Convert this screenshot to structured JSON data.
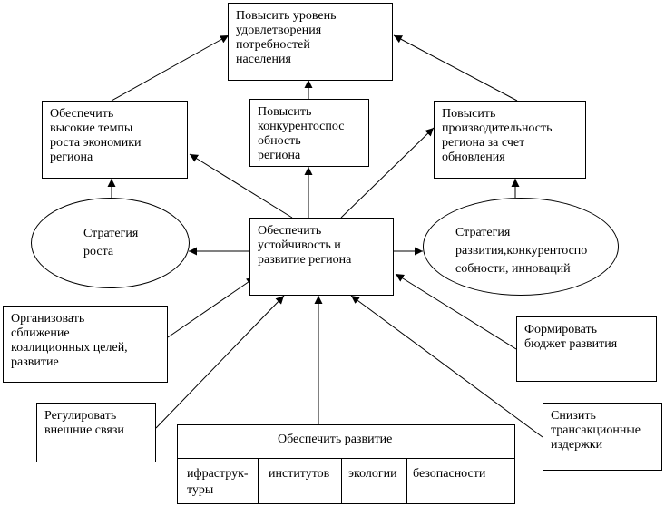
{
  "diagram": {
    "top_goal": [
      "Повысить уровень",
      "удовлетворения",
      "потребностей",
      "населения"
    ],
    "growth_goal": [
      "Обеспечить",
      "высокие темпы",
      "роста экономики",
      "региона"
    ],
    "competitive_goal": [
      "Повысить",
      "конкурентоспос",
      "обность",
      "региона"
    ],
    "productivity_goal": [
      "Повысить",
      "производительность",
      "региона за счет",
      "обновления"
    ],
    "center_goal": [
      "Обеспечить",
      "устойчивость и",
      "развитие региона"
    ],
    "growth_strategy": [
      "Стратегия",
      "роста"
    ],
    "innovation_strategy": [
      "Стратегия",
      "развития,конкурентоспо",
      "собности, инноваций"
    ],
    "coalition_box": [
      "Организовать",
      "сближение",
      "коалиционных целей,",
      "развитие"
    ],
    "budget_box": [
      "Формировать",
      "бюджет развития"
    ],
    "external_box": [
      "Регулировать",
      "внешние связи"
    ],
    "transaction_box": [
      "Снизить",
      "трансакционные",
      "издержки"
    ],
    "development_table": {
      "header": "Обеспечить развитие",
      "cells": [
        "ифраструк-",
        "туры",
        "институтов",
        "экологии",
        "безопасности"
      ]
    }
  }
}
